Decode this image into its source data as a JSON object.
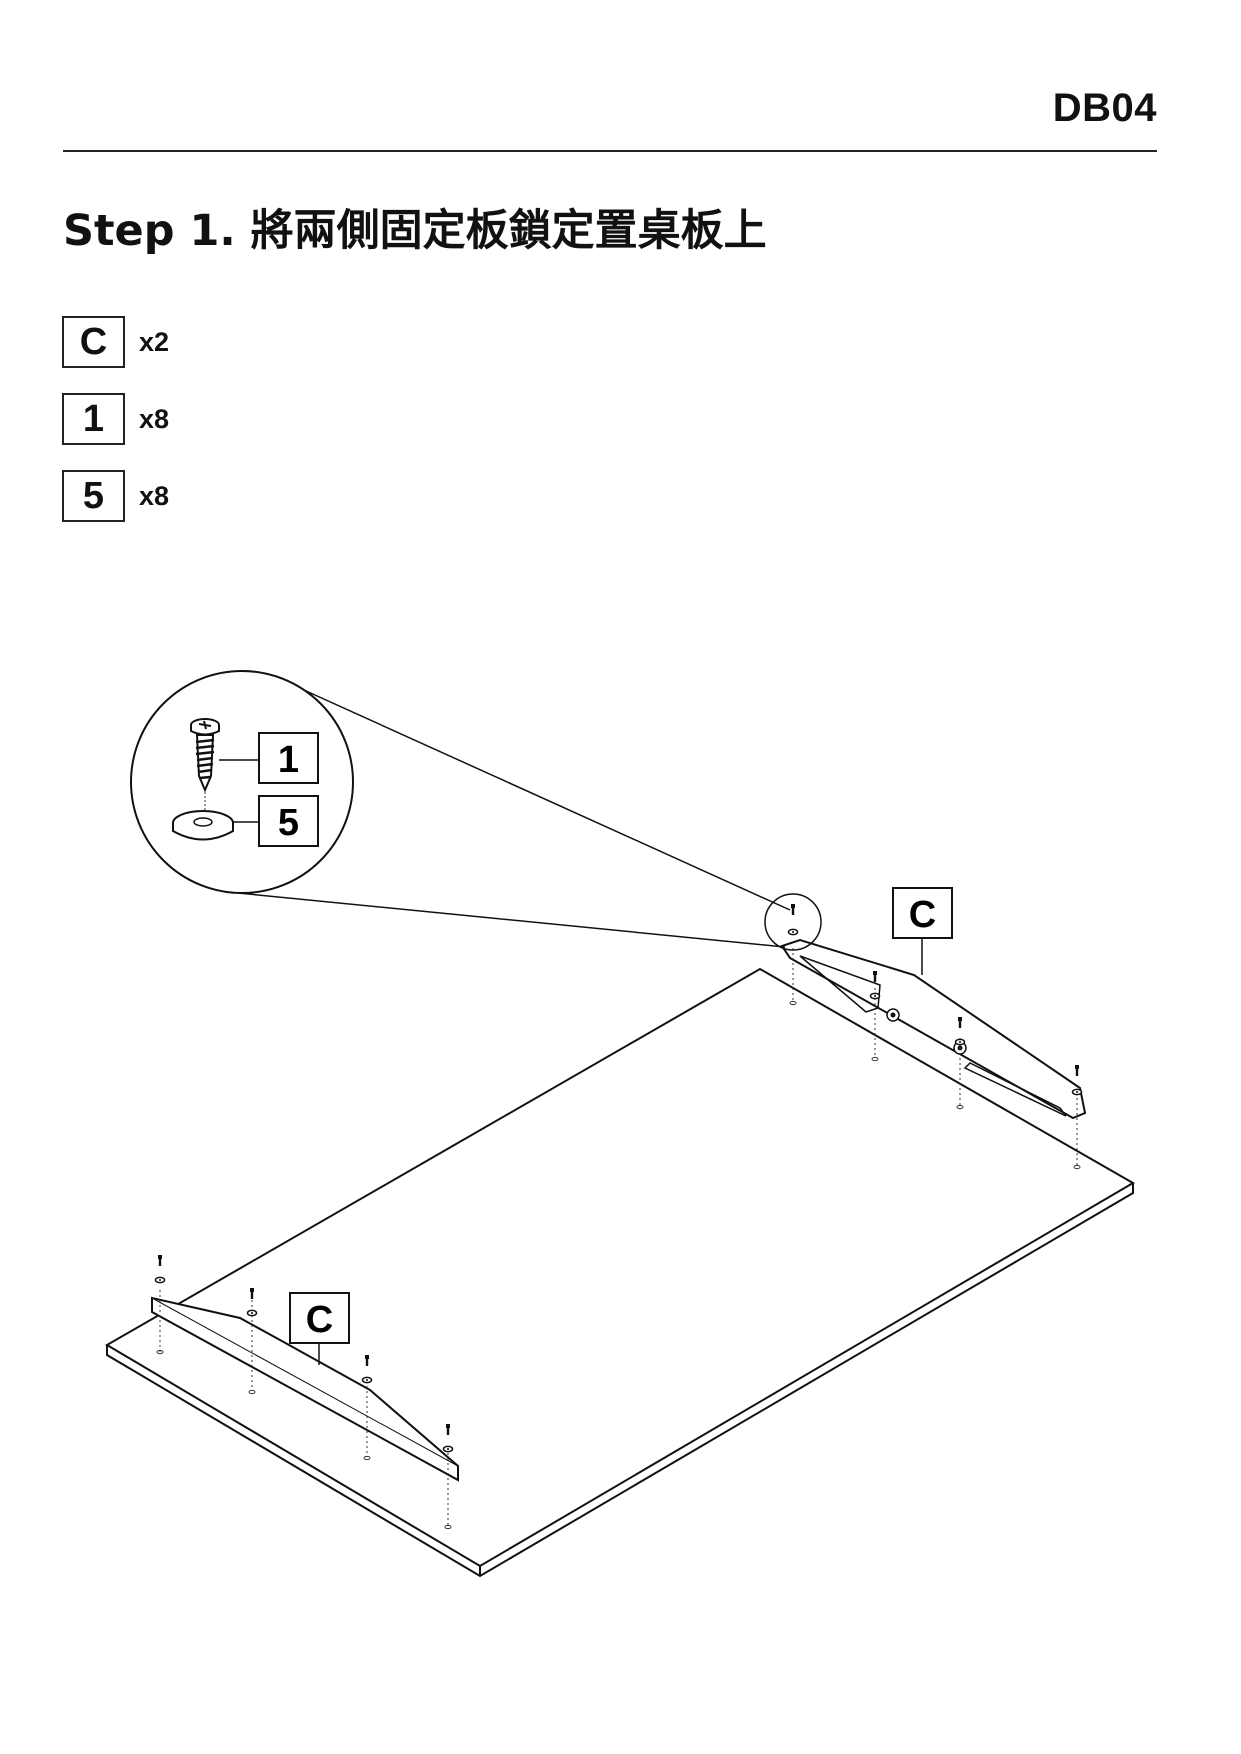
{
  "header": {
    "code": "DB04"
  },
  "step": {
    "title": "Step 1. 將兩側固定板鎖定置桌板上"
  },
  "parts": [
    {
      "id": "C",
      "qty": "x2"
    },
    {
      "id": "1",
      "qty": "x8"
    },
    {
      "id": "5",
      "qty": "x8"
    }
  ],
  "diagram": {
    "detail_labels": {
      "screw": "1",
      "washer": "5"
    },
    "bracket_label_right": "C",
    "bracket_label_left": "C"
  }
}
